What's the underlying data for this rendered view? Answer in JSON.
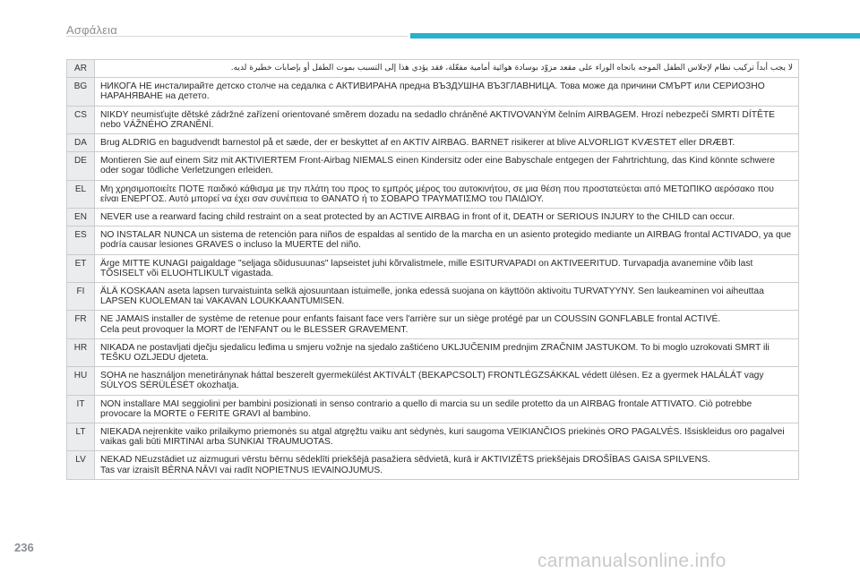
{
  "header": {
    "section_title": "Ασφάλεια",
    "accent_color": "#27b0cf"
  },
  "warnings": [
    {
      "code": "AR",
      "text": "لا يجب أبداً تركيب نظام لإجلاس الطفل الموجه باتجاه الوراء على مقعد مزوّد بوسادة هوائية أمامية مفعّلة، فقد يؤدي هذا إلى التسبب بموت الطفل أو بإصابات خطيرة لديه.",
      "rtl": true
    },
    {
      "code": "BG",
      "text": "НИКОГА НЕ инсталирайте детско столче на седалка с АКТИВИРАНА предна ВЪЗДУШНА ВЪЗГЛАВНИЦА. Това може да причини СМЪРТ или СЕРИОЗНО НАРАНЯВАНЕ на детето."
    },
    {
      "code": "CS",
      "text": "NIKDY neumisťujte dětské zádržné zařízení orientované směrem dozadu na sedadlo chráněné AKTIVOVANÝM čelním AIRBAGEM. Hrozí nebezpečí SMRTI DÍTĚTE nebo VÁŽNÉHO ZRANĚNÍ."
    },
    {
      "code": "DA",
      "text": "Brug ALDRIG en bagudvendt barnestol på et sæde, der er beskyttet af en AKTIV AIRBAG. BARNET risikerer at blive ALVORLIGT KVÆSTET eller DRÆBT."
    },
    {
      "code": "DE",
      "text": "Montieren Sie auf einem Sitz mit AKTIVIERTEM Front-Airbag NIEMALS einen Kindersitz oder eine Babyschale entgegen der Fahrtrichtung, das Kind könnte schwere oder sogar tödliche Verletzungen erleiden."
    },
    {
      "code": "EL",
      "text": "Μη χρησιμοποιείτε ΠΟΤΕ παιδικό κάθισμα με την πλάτη του προς το εμπρός μέρος του αυτοκινήτου, σε μια θέση που προστατεύεται από ΜΕΤΩΠΙΚΟ αερόσακο που είναι ΕΝΕΡΓΟΣ. Αυτό μπορεί να έχει σαν συνέπεια το ΘΑΝΑΤΟ ή το ΣΟΒΑΡΟ ΤΡΑΥΜΑΤΙΣΜΟ του ΠΑΙΔΙΟΥ."
    },
    {
      "code": "EN",
      "text": "NEVER use a rearward facing child restraint on a seat protected by an ACTIVE AIRBAG in front of it, DEATH or SERIOUS INJURY to the CHILD can occur."
    },
    {
      "code": "ES",
      "text": "NO INSTALAR NUNCA un sistema de retención para niños de espaldas al sentido de la marcha en un asiento protegido mediante un AIRBAG frontal ACTIVADO, ya que podría causar lesiones GRAVES o incluso la MUERTE del niño."
    },
    {
      "code": "ET",
      "text": "Ärge MITTE KUNAGI paigaldage \"seljaga sõidusuunas\" lapseistet juhi kõrvalistmele, mille ESITURVAPADI on AKTIVEERITUD. Turvapadja avanemine võib last TÕSISELT või ELUOHTLIKULT vigastada."
    },
    {
      "code": "FI",
      "text": "ÄLÄ KOSKAAN aseta lapsen turvaistuinta selkä ajosuuntaan istuimelle, jonka edessä suojana on käyttöön aktivoitu TURVATYYNY. Sen laukeaminen voi aiheuttaa LAPSEN KUOLEMAN tai VAKAVAN LOUKKAANTUMISEN."
    },
    {
      "code": "FR",
      "text": "NE JAMAIS installer de système de retenue pour enfants faisant face vers l'arrière sur un siège protégé par un COUSSIN GONFLABLE frontal ACTIVÉ.\nCela peut provoquer la MORT de l'ENFANT ou le BLESSER GRAVEMENT."
    },
    {
      "code": "HR",
      "text": "NIKADA ne postavljati dječju sjedalicu leđima u smjeru vožnje na sjedalo zaštićeno UKLJUČENIM prednjim ZRAČNIM JASTUKOM. To bi moglo uzrokovati SMRT ili TEŠKU OZLJEDU djeteta."
    },
    {
      "code": "HU",
      "text": "SOHA ne használjon menetiránynak háttal beszerelt gyermekülést AKTIVÁLT (BEKAPCSOLT) FRONTLÉGZSÁKKAL védett ülésen. Ez a gyermek HALÁLÁT vagy SÚLYOS SÉRÜLÉSÉT okozhatja."
    },
    {
      "code": "IT",
      "text": "NON installare MAI seggiolini per bambini posizionati in senso contrario a quello di marcia su un sedile protetto da un AIRBAG frontale ATTIVATO. Ciò potrebbe provocare la MORTE o FERITE GRAVI al bambino."
    },
    {
      "code": "LT",
      "text": "NIEKADA neįrenkite vaiko prilaikymo priemonės su atgal atgręžtu vaiku ant sėdynės, kuri saugoma VEIKIANČIOS priekinės ORO PAGALVĖS. Išsiskleidus oro pagalvei vaikas gali būti MIRTINAI arba SUNKIAI TRAUMUOTAS."
    },
    {
      "code": "LV",
      "text": "NEKAD NEuzstādiet uz aizmuguri vērstu bērnu sēdeklīti priekšējā pasažiera sēdvietā, kurā ir AKTIVIZĒTS priekšējais DROŠĪBAS GAISA SPILVENS.\nTas var izraisīt BĒRNA NĀVI vai radīt NOPIETNUS IEVAINOJUMUS."
    }
  ],
  "footer": {
    "page_number": "236",
    "watermark": "carmanualsonline.info"
  }
}
